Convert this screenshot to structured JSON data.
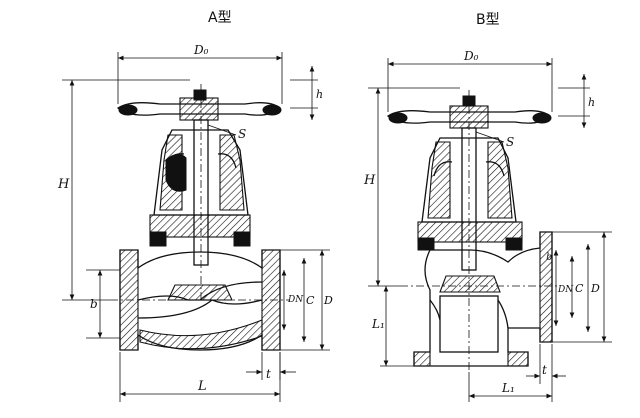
{
  "titles": {
    "a": "A型",
    "b": "B型"
  },
  "labels_a": {
    "d0": "D₀",
    "h_dim": "H",
    "h_top": "h",
    "s": "S",
    "b": "b",
    "dn": "DN",
    "c": "C",
    "d": "D",
    "t": "t",
    "l": "L"
  },
  "labels_b": {
    "d0": "D₀",
    "h_dim": "H",
    "h_top": "h",
    "s": "S",
    "l1_left": "L₁",
    "b": "b",
    "dn": "DN",
    "c": "C",
    "d": "D",
    "t": "t",
    "l1_bottom": "L₁"
  }
}
